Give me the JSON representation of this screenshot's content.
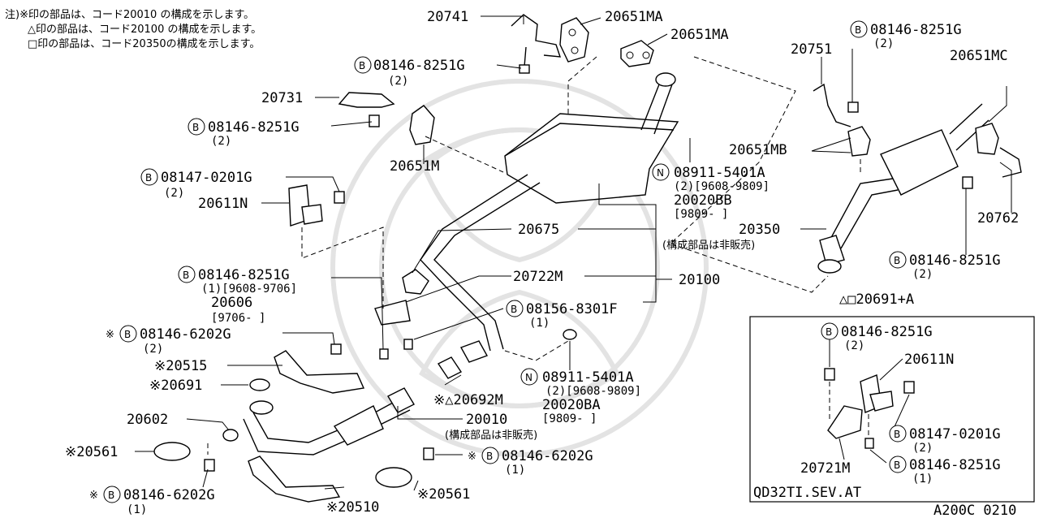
{
  "notes": [
    "注)※印の部品は、コード20010 の構成を示します。",
    "△印の部品は、コード20100 の構成を示します。",
    "□印の部品は、コード20350の構成を示します。"
  ],
  "labels": {
    "p20741": "20741",
    "p20651MA_1": "20651MA",
    "p20651MA_2": "20651MA",
    "bolt_top": "08146-8251G",
    "bolt_top_q": "(2)",
    "p20731": "20731",
    "bolt_left1": "08146-8251G",
    "bolt_left1_q": "(2)",
    "p20651M": "20651M",
    "bolt_0201": "08147-0201G",
    "bolt_0201_q": "(2)",
    "p20611N": "20611N",
    "p20675": "20675",
    "p20722M": "20722M",
    "p20100": "20100",
    "bolt_mid": "08146-8251G",
    "bolt_mid_q": "(1)[9608-9706]",
    "p20606": "20606",
    "p20606_q": "[9706-      ]",
    "bolt_8301": "08156-8301F",
    "bolt_8301_q": "(1)",
    "bolt_6202a": "※",
    "bolt_6202a_pn": "08146-6202G",
    "bolt_6202a_q": "(2)",
    "p20515": "※20515",
    "p20691": "※20691",
    "nut_5401b": "08911-5401A",
    "nut_5401b_q": "(2)[9608-9809]",
    "p20020BA": "20020BA",
    "p20020BA_q": "[9809-      ]",
    "p20692M": "※△20692M",
    "p20602": "20602",
    "p20010": "20010",
    "p20010_note": "(構成部品は非販売)",
    "p20561_1": "※20561",
    "bolt_6202c": "※",
    "bolt_6202c_pn": "08146-6202G",
    "bolt_6202c_q": "(1)",
    "bolt_6202b": "※",
    "bolt_6202b_pn": "08146-6202G",
    "bolt_6202b_q": "(1)",
    "p20510": "※20510",
    "p20561_2": "※20561",
    "bolt_right_top": "08146-8251G",
    "bolt_right_top_q": "(2)",
    "p20751": "20751",
    "p20651MC": "20651MC",
    "p20651MB": "20651MB",
    "nut_5401a": "08911-5401A",
    "nut_5401a_q": "(2)[9608-9809]",
    "p20020BB": "20020BB",
    "p20020BB_q": "[9809-      ]",
    "p20350": "20350",
    "p20350_note": "(構成部品は非販売)",
    "p20762": "20762",
    "bolt_right_low": "08146-8251G",
    "bolt_right_low_q": "(2)",
    "p20691A": "△□20691+A",
    "inset_bolt_top": "08146-8251G",
    "inset_bolt_top_q": "(2)",
    "inset_20611N": "20611N",
    "inset_bolt_0201": "08147-0201G",
    "inset_bolt_0201_q": "(2)",
    "inset_bolt_low": "08146-8251G",
    "inset_bolt_low_q": "(1)",
    "inset_20721M": "20721M",
    "inset_caption": "QD32TI.SEV.AT",
    "figure_code": "A200C 0210"
  },
  "symbols": {
    "B": "B",
    "N": "N"
  }
}
